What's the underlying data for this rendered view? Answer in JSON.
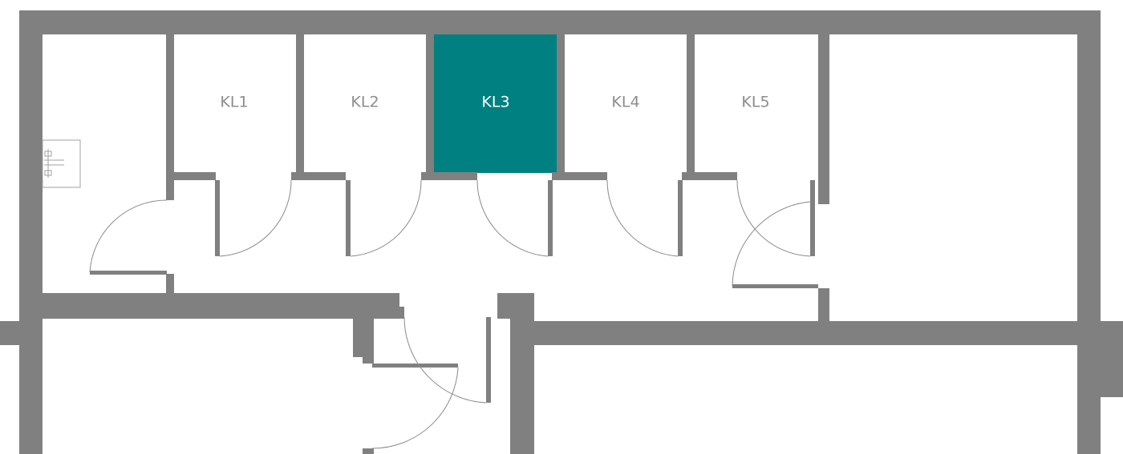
{
  "colors": {
    "wall": "#808080",
    "selected_room": "#008080",
    "label": "#8c8c8c",
    "label_selected": "#ffffff",
    "background": "#ffffff"
  },
  "rooms": [
    {
      "id": "kl1",
      "label": "KL1",
      "selected": false
    },
    {
      "id": "kl2",
      "label": "KL2",
      "selected": false
    },
    {
      "id": "kl3",
      "label": "KL3",
      "selected": true
    },
    {
      "id": "kl4",
      "label": "KL4",
      "selected": false
    },
    {
      "id": "kl5",
      "label": "KL5",
      "selected": false
    }
  ],
  "icons": {
    "fixture": "electrical-panel-icon"
  }
}
